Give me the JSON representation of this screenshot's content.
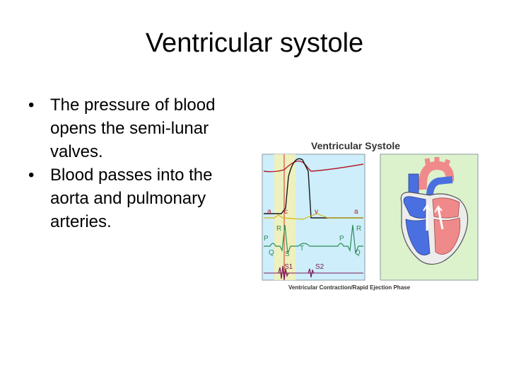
{
  "slide": {
    "title": "Ventricular systole",
    "bullets": [
      "The pressure of blood opens the semi-lunar valves.",
      "Blood passes into the aorta and pulmonary arteries."
    ]
  },
  "figure": {
    "heading": "Ventricular Systole",
    "caption": "Ventricular Contraction/Rapid Ejection Phase",
    "pressure_labels": [
      "a",
      "c",
      "v",
      "a"
    ],
    "ecg_labels": [
      "P",
      "R",
      "P",
      "R",
      "Q",
      "S",
      "T",
      "Q"
    ],
    "sound_labels": [
      "S1",
      "S2"
    ],
    "colors": {
      "panel_blue": "#cdeefa",
      "panel_green": "#dcf2cc",
      "highlight_yellow": "#f3f0b3",
      "pressure_line": "#b51a2a",
      "ecg_line": "#2e8b57",
      "sound_line": "#7a1a5a",
      "deoxygenated": "#4a6fe0",
      "oxygenated": "#f08a8a"
    }
  }
}
